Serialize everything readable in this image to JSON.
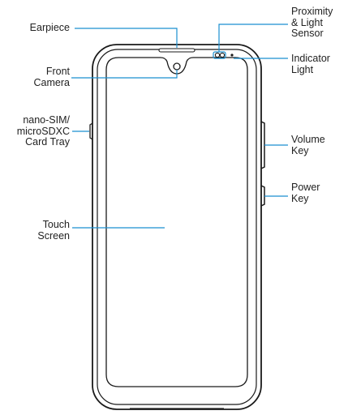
{
  "labels": {
    "earpiece": "Earpiece",
    "front_camera": "Front\nCamera",
    "card_tray": "nano-SIM/\nmicroSDXC\nCard Tray",
    "touch_screen": "Touch\nScreen",
    "proximity_sensor": "Proximity\n& Light\nSensor",
    "indicator_light": "Indicator\nLight",
    "volume_key": "Volume\nKey",
    "power_key": "Power\nKey"
  },
  "colors": {
    "outline": "#1a1a1a",
    "callout": "#1a8fd0",
    "text": "#222222",
    "background": "#ffffff"
  }
}
